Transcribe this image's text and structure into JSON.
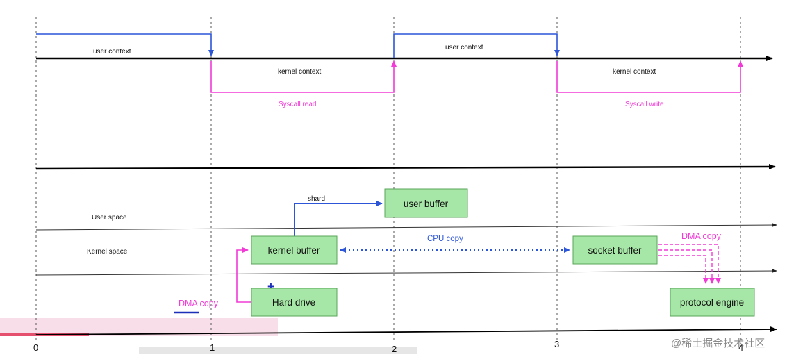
{
  "timeline": {
    "user_context_1": "user context",
    "user_context_2": "user context",
    "kernel_context_1": "kernel context",
    "kernel_context_2": "kernel context",
    "syscall_read": "Syscall read",
    "syscall_write": "Syscall write",
    "ticks": [
      "0",
      "1",
      "2",
      "3",
      "4"
    ]
  },
  "spaces": {
    "user_space": "User space",
    "kernel_space": "Kernel space"
  },
  "boxes": {
    "user_buffer": "user buffer",
    "kernel_buffer": "kernel buffer",
    "socket_buffer": "socket buffer",
    "hard_drive": "Hard drive",
    "protocol_engine": "protocol engine"
  },
  "labels": {
    "shard": "shard",
    "cpu_copy": "CPU copy",
    "dma_copy_left": "DMA copy",
    "dma_copy_right": "DMA copy",
    "cursor_plus": "+"
  },
  "watermark": "@稀土掘金技术社区",
  "colors": {
    "user_blue": "#2c55d8",
    "kernel_magenta": "#f23ad6",
    "box_fill": "#a6e6a6",
    "box_border": "#5aa45a",
    "axis": "#000000"
  }
}
